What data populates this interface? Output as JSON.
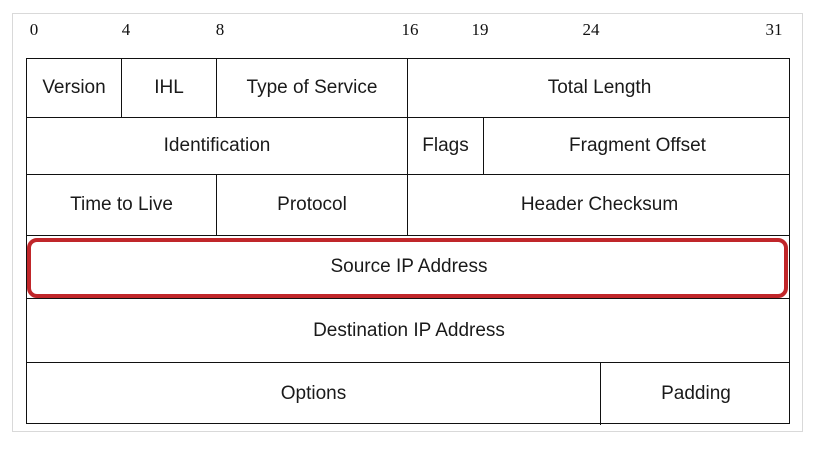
{
  "bit_labels": [
    "0",
    "4",
    "8",
    "16",
    "19",
    "24",
    "31"
  ],
  "rows": [
    {
      "cells": [
        {
          "label": "Version",
          "from": 0,
          "to": 4
        },
        {
          "label": "IHL",
          "from": 4,
          "to": 8
        },
        {
          "label": "Type of Service",
          "from": 8,
          "to": 16
        },
        {
          "label": "Total Length",
          "from": 16,
          "to": 32
        }
      ]
    },
    {
      "cells": [
        {
          "label": "Identification",
          "from": 0,
          "to": 16
        },
        {
          "label": "Flags",
          "from": 16,
          "to": 19
        },
        {
          "label": "Fragment Offset",
          "from": 19,
          "to": 32
        }
      ]
    },
    {
      "cells": [
        {
          "label": "Time to Live",
          "from": 0,
          "to": 8
        },
        {
          "label": "Protocol",
          "from": 8,
          "to": 16
        },
        {
          "label": "Header Checksum",
          "from": 16,
          "to": 32
        }
      ]
    },
    {
      "cells": [
        {
          "label": "Source IP Address",
          "from": 0,
          "to": 32
        }
      ]
    },
    {
      "cells": [
        {
          "label": "Destination IP Address",
          "from": 0,
          "to": 32
        }
      ]
    },
    {
      "cells": [
        {
          "label": "Options",
          "from": 0,
          "to": 24
        },
        {
          "label": "Padding",
          "from": 24,
          "to": 32
        }
      ]
    }
  ],
  "highlight_row": 3,
  "colors": {
    "highlight": "#c0262a",
    "border": "#111111"
  }
}
